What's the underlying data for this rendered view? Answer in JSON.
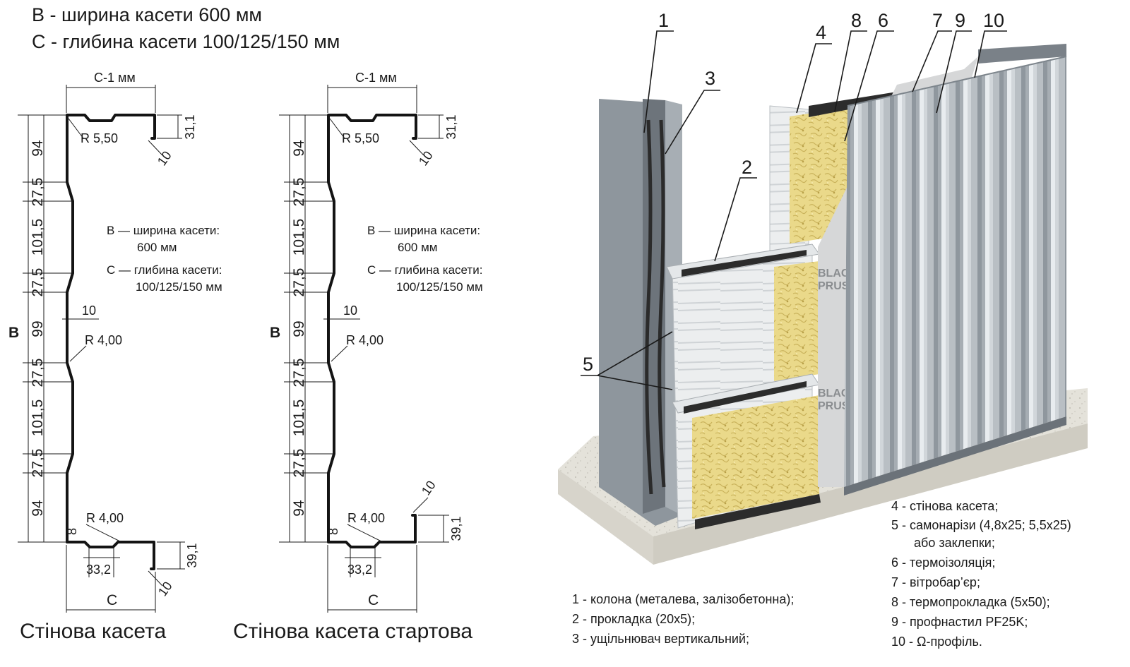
{
  "header": {
    "line_b": "B - ширина касети 600 мм",
    "line_c": "C - глибина касети 100/125/150 мм"
  },
  "drawings": [
    {
      "caption": "Стінова касета",
      "top_dim": "С-1 мм",
      "bottom_dim": "С",
      "side_letter": "B",
      "left_dims": [
        "94",
        "27,5",
        "101,5",
        "27,5",
        "99",
        "27,5",
        "101,5",
        "27,5",
        "94"
      ],
      "r_top": "R 5,50",
      "r_mid": "R 4,00",
      "r_bottom": "R 4,00",
      "lip_top_dim": "31,1",
      "lip_top_len": "10",
      "lip_bottom_dim": "39,1",
      "lip_bottom_len": "10",
      "step_dim": "10",
      "small_dim": "8",
      "groove_dim": "33,2",
      "note_b_1": "B — ширина касети:",
      "note_b_2": "600 мм",
      "note_c_1": "C — глибина касети:",
      "note_c_2": "100/125/150 мм"
    },
    {
      "caption": "Стінова касета стартова",
      "top_dim": "С-1 мм",
      "bottom_dim": "С",
      "side_letter": "B",
      "left_dims": [
        "94",
        "27,5",
        "101,5",
        "27,5",
        "99",
        "27,5",
        "101,5",
        "27,5",
        "94"
      ],
      "r_top": "R 5,50",
      "r_mid": "R 4,00",
      "r_bottom": "R 4,00",
      "lip_top_dim": "31,1",
      "lip_top_len": "10",
      "lip_bottom_dim": "39,1",
      "lip_bottom_len": "10",
      "step_dim": "10",
      "small_dim": "8",
      "groove_dim": "33,2",
      "note_b_1": "B — ширина касети:",
      "note_b_2": "600 мм",
      "note_c_1": "C — глибина касети:",
      "note_c_2": "100/125/150 мм"
    }
  ],
  "callouts": [
    "1",
    "2",
    "3",
    "4",
    "5",
    "6",
    "7",
    "8",
    "9",
    "10"
  ],
  "wind_barrier_print": [
    "BLAC",
    "PRUS"
  ],
  "legend_left": [
    "1 - колона (металева, залізобетонна);",
    "2 - прокладка (20х5);",
    "3 - ущільнювач вертикальний;"
  ],
  "legend_right": [
    "4 - стінова касета;",
    "5 - самонарізи (4,8х25; 5,5х25)",
    "або заклепки;",
    "6 - термоізоляція;",
    "7 - вітробар’єр;",
    "8 - термопрокладка (5х50);",
    "9 - профнастил PF25K;",
    "10 - Ω-профіль."
  ],
  "colors": {
    "steel": "#8e969d",
    "steel_dark": "#5d646b",
    "insulation": "#e8d98a",
    "concrete": "#e6e4dc",
    "cassette": "#eef0f1",
    "pad": "#2c2c2c",
    "membrane": "#dcdcdc"
  }
}
